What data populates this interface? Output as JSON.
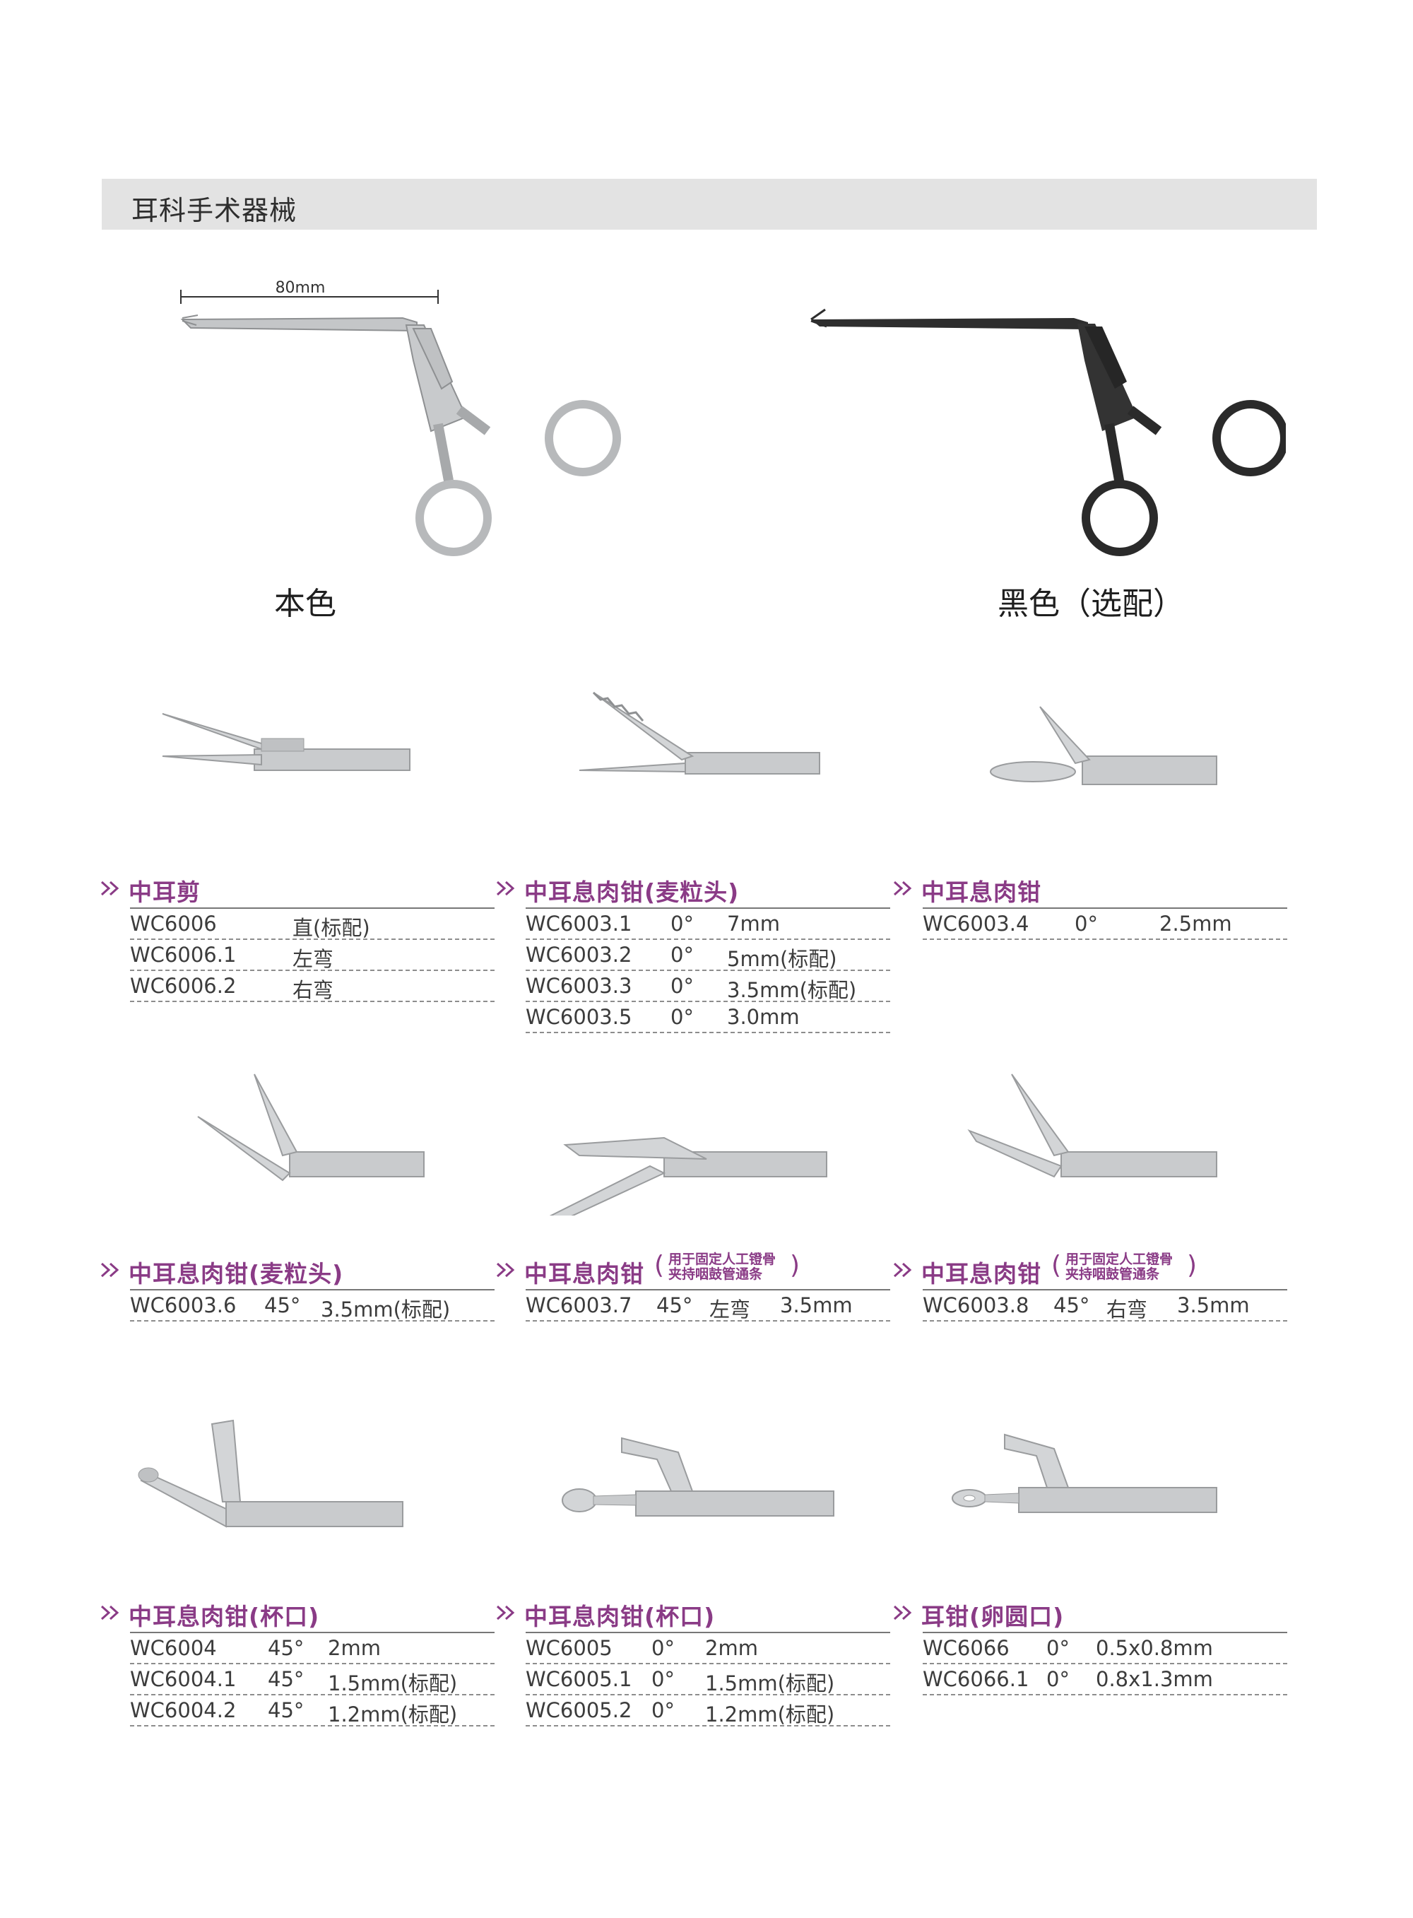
{
  "page_title": "耳科手术器械",
  "hero": {
    "dimension": "80mm",
    "natural_caption": "本色",
    "black_caption": "黑色（选配）",
    "colors": {
      "natural": "#b7b9bb",
      "black": "#2a2a2a"
    }
  },
  "accent_color": "#8a3b86",
  "sections": [
    {
      "title": "中耳剪",
      "rows": [
        [
          "WC6006",
          "直(标配)"
        ],
        [
          "WC6006.1",
          "左弯"
        ],
        [
          "WC6006.2",
          "右弯"
        ]
      ]
    },
    {
      "title": "中耳息肉钳(麦粒头)",
      "rows": [
        [
          "WC6003.1",
          "0°",
          "7mm"
        ],
        [
          "WC6003.2",
          "0°",
          "5mm(标配)"
        ],
        [
          "WC6003.3",
          "0°",
          "3.5mm(标配)"
        ],
        [
          "WC6003.5",
          "0°",
          "3.0mm"
        ]
      ]
    },
    {
      "title": "中耳息肉钳",
      "rows": [
        [
          "WC6003.4",
          "0°",
          "2.5mm"
        ]
      ]
    },
    {
      "title": "中耳息肉钳(麦粒头)",
      "rows": [
        [
          "WC6003.6",
          "45°",
          "3.5mm(标配)"
        ]
      ]
    },
    {
      "title": "中耳息肉钳",
      "note": [
        "用于固定人工镫骨",
        "夹持咽鼓管通条"
      ],
      "rows": [
        [
          "WC6003.7",
          "45°",
          "左弯",
          "3.5mm"
        ]
      ]
    },
    {
      "title": "中耳息肉钳",
      "note": [
        "用于固定人工镫骨",
        "夹持咽鼓管通条"
      ],
      "rows": [
        [
          "WC6003.8",
          "45°",
          "右弯",
          "3.5mm"
        ]
      ]
    },
    {
      "title": "中耳息肉钳(杯口)",
      "rows": [
        [
          "WC6004",
          "45°",
          "2mm"
        ],
        [
          "WC6004.1",
          "45°",
          "1.5mm(标配)"
        ],
        [
          "WC6004.2",
          "45°",
          "1.2mm(标配)"
        ]
      ]
    },
    {
      "title": "中耳息肉钳(杯口)",
      "rows": [
        [
          "WC6005",
          "0°",
          "2mm"
        ],
        [
          "WC6005.1",
          "0°",
          "1.5mm(标配)"
        ],
        [
          "WC6005.2",
          "0°",
          "1.2mm(标配)"
        ]
      ]
    },
    {
      "title": "耳钳(卵圆口)",
      "rows": [
        [
          "WC6066",
          "0°",
          "0.5x0.8mm"
        ],
        [
          "WC6066.1",
          "0°",
          "0.8x1.3mm"
        ]
      ]
    }
  ]
}
